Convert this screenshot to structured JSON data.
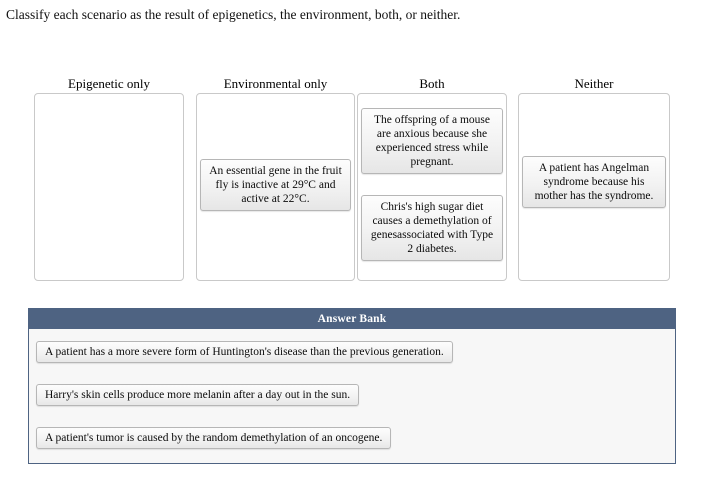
{
  "prompt": "Classify each scenario as the result of epigenetics, the environment, both, or neither.",
  "colors": {
    "header_bar": "#4e6382",
    "panel_background": "#f7f7f7",
    "card_border": "#b6b6b6",
    "dropzone_border": "#c9c9c9"
  },
  "columns": [
    {
      "title": "Epigenetic only",
      "cards": []
    },
    {
      "title": "Environmental only",
      "cards": [
        {
          "text": "An essential gene in the fruit fly is inactive at 29°C and active at 22°C."
        }
      ]
    },
    {
      "title": "Both",
      "cards": [
        {
          "text": "The offspring of a mouse are anxious because she experienced stress while pregnant."
        },
        {
          "text": "Chris's high sugar diet causes a demethylation of genesassociated with Type 2 diabetes."
        }
      ]
    },
    {
      "title": "Neither",
      "cards": [
        {
          "text": "A patient has Angelman syndrome because his mother has the syndrome."
        }
      ]
    }
  ],
  "answer_bank": {
    "title": "Answer Bank",
    "items": [
      {
        "text": "A patient has a more severe form of Huntington's disease than the previous generation."
      },
      {
        "text": "Harry's skin cells produce more melanin after a day out in the sun."
      },
      {
        "text": "A patient's tumor is caused by the random demethylation of an oncogene."
      }
    ]
  }
}
